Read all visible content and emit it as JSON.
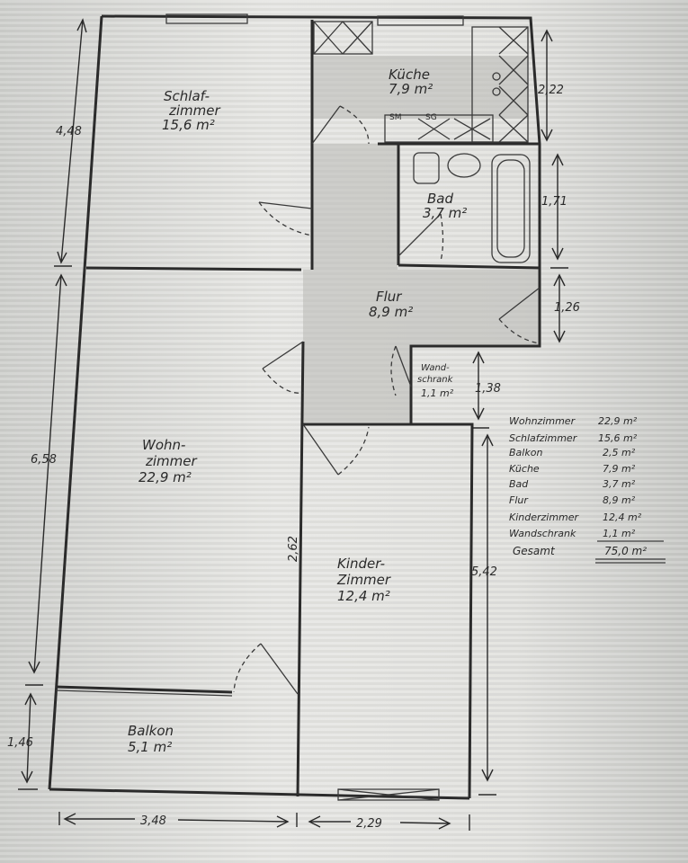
{
  "rooms": {
    "kueche": {
      "name": "Küche",
      "area": "7,9 m²"
    },
    "schlaf": {
      "name_1": "Schlaf-",
      "name_2": "zimmer",
      "area": "15,6 m²"
    },
    "bad": {
      "name": "Bad",
      "area": "3,7 m²"
    },
    "flur": {
      "name": "Flur",
      "area": "8,9 m²"
    },
    "wandschrank": {
      "name_1": "Wand-",
      "name_2": "schrank",
      "area": "1,1 m²"
    },
    "wohn": {
      "name_1": "Wohn-",
      "name_2": "zimmer",
      "area": "22,9 m²"
    },
    "kinder": {
      "name_1": "Kinder-",
      "name_2": "Zimmer",
      "area": "12,4 m²"
    },
    "balkon": {
      "name": "Balkon",
      "area": "5,1 m²"
    }
  },
  "fixtures": {
    "sm": "SM",
    "sg": "SG"
  },
  "dimensions": {
    "left_top": "4,48",
    "left_mid": "6,58",
    "left_bottom": "1,46",
    "right_kueche": "2,22",
    "right_bad": "1,71",
    "right_flur": "1,26",
    "wandschrank_depth": "1,38",
    "kinder_depth": "5,42",
    "inner_wall": "2,62",
    "bottom_left": "3,48",
    "bottom_right": "2,29"
  },
  "area_table": {
    "rows": [
      {
        "label": "Wohnzimmer",
        "value": "22,9 m²"
      },
      {
        "label": "Schlafzimmer",
        "value": "15,6 m²"
      },
      {
        "label": "Balkon",
        "value": "2,5 m²"
      },
      {
        "label": "Küche",
        "value": "7,9 m²"
      },
      {
        "label": "Bad",
        "value": "3,7 m²"
      },
      {
        "label": "Flur",
        "value": "8,9 m²"
      },
      {
        "label": "Kinderzimmer",
        "value": "12,4 m²"
      },
      {
        "label": "Wandschrank",
        "value": "1,1 m²"
      }
    ],
    "total_label": "Gesamt",
    "total_value": "75,0 m²"
  }
}
